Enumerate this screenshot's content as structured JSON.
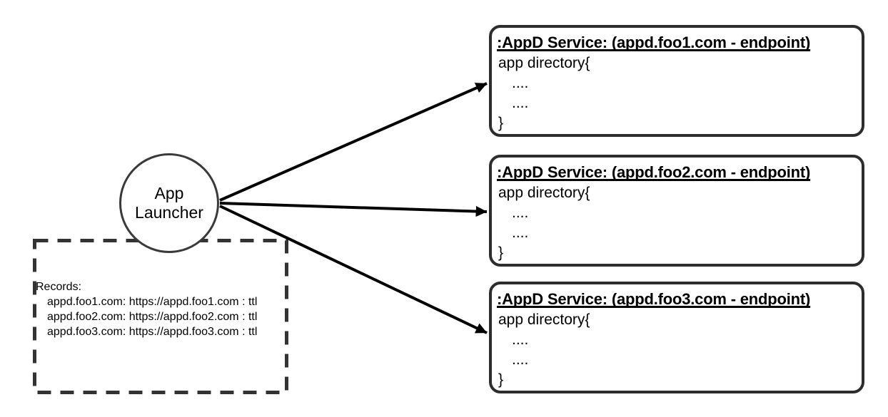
{
  "launcher": {
    "label_lines": [
      "App",
      "Launcher"
    ]
  },
  "records_box": {
    "title": "Records:",
    "lines": [
      "appd.foo1.com: https://appd.foo1.com : ttl",
      "appd.foo2.com: https://appd.foo2.com : ttl",
      "appd.foo3.com: https://appd.foo3.com : ttl"
    ]
  },
  "services": [
    {
      "title": ":AppD Service: (appd.foo1.com - endpoint)",
      "body": [
        "app directory{",
        "....",
        "....",
        "}"
      ]
    },
    {
      "title": ":AppD Service: (appd.foo2.com - endpoint)",
      "body": [
        "app directory{",
        "....",
        "....",
        "}"
      ]
    },
    {
      "title": ":AppD Service: (appd.foo3.com - endpoint)",
      "body": [
        "app directory{",
        "....",
        "....",
        "}"
      ]
    }
  ],
  "connections": [
    {
      "from": "App Launcher",
      "to": ":AppD Service: (appd.foo1.com - endpoint)"
    },
    {
      "from": "App Launcher",
      "to": ":AppD Service: (appd.foo2.com - endpoint)"
    },
    {
      "from": "App Launcher",
      "to": ":AppD Service: (appd.foo3.com - endpoint)"
    }
  ],
  "colors": {
    "background": "#ffffff",
    "box_border": "#2d2d2d",
    "circle_border": "#3a3a3a",
    "dashed_border": "#333333",
    "arrow": "#000000",
    "text": "#000000"
  }
}
